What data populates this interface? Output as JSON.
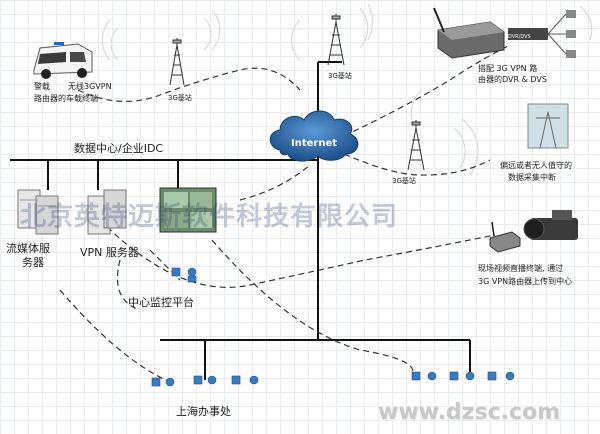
{
  "labels": {
    "vehicle_terminal": [
      "警载",
      "无线3GVPN",
      "路由器的车载终端"
    ],
    "base_station": "3G基站",
    "internet": "Internet",
    "dvr_tag": "DVR/DVS",
    "dvr_caption": [
      "搭配  3G VPN 路",
      "由器的DVR & DVS"
    ],
    "data_center": "数据中心/企业IDC",
    "remote_site": [
      "偏远或者无人值守的",
      "数据采集中断"
    ],
    "streaming_server": [
      "流媒体服",
      "务器"
    ],
    "vpn_server": "VPN 服务器",
    "monitoring": "中心监控平台",
    "live_terminal": [
      "现场视频直播终端, 通过",
      "3G VPN路由器上传到中心"
    ],
    "shanghai_office": "上海办事处"
  },
  "watermark": "北京英特迈斯软件科技有限公司",
  "site_watermark": "www.dzsc.com",
  "colors": {
    "cloud": "#2e6fb0",
    "line": "#111111",
    "dashed": "#333333"
  }
}
